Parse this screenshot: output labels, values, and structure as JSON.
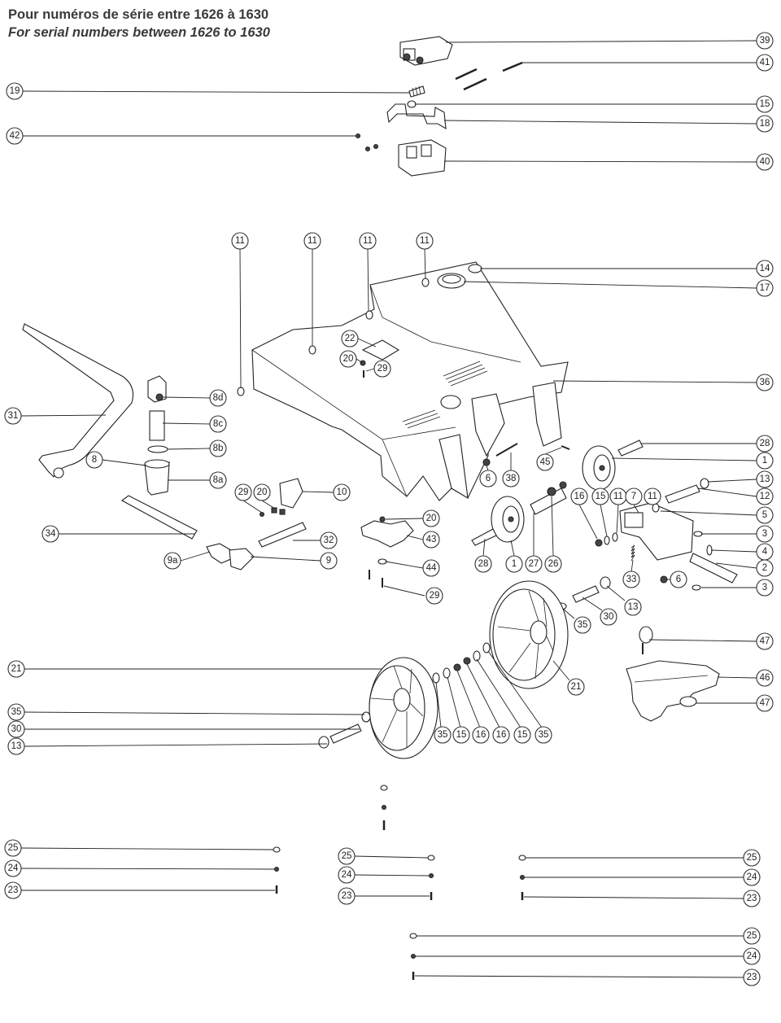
{
  "header": {
    "title_fr": "Pour numéros de série entre 1626 à 1630",
    "title_en": "For serial numbers between 1626 to 1630"
  },
  "callouts": [
    {
      "id": "c39",
      "label": "39"
    },
    {
      "id": "c41",
      "label": "41"
    },
    {
      "id": "c19",
      "label": "19"
    },
    {
      "id": "c15a",
      "label": "15"
    },
    {
      "id": "c18",
      "label": "18"
    },
    {
      "id": "c42",
      "label": "42"
    },
    {
      "id": "c40",
      "label": "40"
    },
    {
      "id": "c11a",
      "label": "11"
    },
    {
      "id": "c11b",
      "label": "11"
    },
    {
      "id": "c11c",
      "label": "11"
    },
    {
      "id": "c11d",
      "label": "11"
    },
    {
      "id": "c14",
      "label": "14"
    },
    {
      "id": "c17",
      "label": "17"
    },
    {
      "id": "c22",
      "label": "22"
    },
    {
      "id": "c20a",
      "label": "20"
    },
    {
      "id": "c29a",
      "label": "29"
    },
    {
      "id": "c36",
      "label": "36"
    },
    {
      "id": "c31",
      "label": "31"
    },
    {
      "id": "c8d",
      "label": "8d"
    },
    {
      "id": "c8c",
      "label": "8c"
    },
    {
      "id": "c8b",
      "label": "8b"
    },
    {
      "id": "c8",
      "label": "8"
    },
    {
      "id": "c8a",
      "label": "8a"
    },
    {
      "id": "c28a",
      "label": "28"
    },
    {
      "id": "c1a",
      "label": "1"
    },
    {
      "id": "c13a",
      "label": "13"
    },
    {
      "id": "c12",
      "label": "12"
    },
    {
      "id": "c45",
      "label": "45"
    },
    {
      "id": "c6a",
      "label": "6"
    },
    {
      "id": "c38",
      "label": "38"
    },
    {
      "id": "c16a",
      "label": "16"
    },
    {
      "id": "c15b",
      "label": "15"
    },
    {
      "id": "c11e",
      "label": "11"
    },
    {
      "id": "c7",
      "label": "7"
    },
    {
      "id": "c11f",
      "label": "11"
    },
    {
      "id": "c5",
      "label": "5"
    },
    {
      "id": "c29b",
      "label": "29"
    },
    {
      "id": "c20b",
      "label": "20"
    },
    {
      "id": "c10",
      "label": "10"
    },
    {
      "id": "c20c",
      "label": "20"
    },
    {
      "id": "c34",
      "label": "34"
    },
    {
      "id": "c32",
      "label": "32"
    },
    {
      "id": "c43",
      "label": "43"
    },
    {
      "id": "c3a",
      "label": "3"
    },
    {
      "id": "c4",
      "label": "4"
    },
    {
      "id": "c2",
      "label": "2"
    },
    {
      "id": "c9a",
      "label": "9a"
    },
    {
      "id": "c9",
      "label": "9"
    },
    {
      "id": "c28b",
      "label": "28"
    },
    {
      "id": "c1b",
      "label": "1"
    },
    {
      "id": "c27",
      "label": "27"
    },
    {
      "id": "c26",
      "label": "26"
    },
    {
      "id": "c44",
      "label": "44"
    },
    {
      "id": "c33",
      "label": "33"
    },
    {
      "id": "c6b",
      "label": "6"
    },
    {
      "id": "c3b",
      "label": "3"
    },
    {
      "id": "c29c",
      "label": "29"
    },
    {
      "id": "c13b",
      "label": "13"
    },
    {
      "id": "c30a",
      "label": "30"
    },
    {
      "id": "c35a",
      "label": "35"
    },
    {
      "id": "c47a",
      "label": "47"
    },
    {
      "id": "c21a",
      "label": "21"
    },
    {
      "id": "c21b",
      "label": "21"
    },
    {
      "id": "c46",
      "label": "46"
    },
    {
      "id": "c47b",
      "label": "47"
    },
    {
      "id": "c35b",
      "label": "35"
    },
    {
      "id": "c30b",
      "label": "30"
    },
    {
      "id": "c13c",
      "label": "13"
    },
    {
      "id": "c35c",
      "label": "35"
    },
    {
      "id": "c15c",
      "label": "15"
    },
    {
      "id": "c16b",
      "label": "16"
    },
    {
      "id": "c16c",
      "label": "16"
    },
    {
      "id": "c15d",
      "label": "15"
    },
    {
      "id": "c35d",
      "label": "35"
    },
    {
      "id": "c25a",
      "label": "25"
    },
    {
      "id": "c24a",
      "label": "24"
    },
    {
      "id": "c23a",
      "label": "23"
    },
    {
      "id": "c25b",
      "label": "25"
    },
    {
      "id": "c24b",
      "label": "24"
    },
    {
      "id": "c23b",
      "label": "23"
    },
    {
      "id": "c25c",
      "label": "25"
    },
    {
      "id": "c24c",
      "label": "24"
    },
    {
      "id": "c23c",
      "label": "23"
    },
    {
      "id": "c25d",
      "label": "25"
    },
    {
      "id": "c24d",
      "label": "24"
    },
    {
      "id": "c23d",
      "label": "23"
    }
  ]
}
